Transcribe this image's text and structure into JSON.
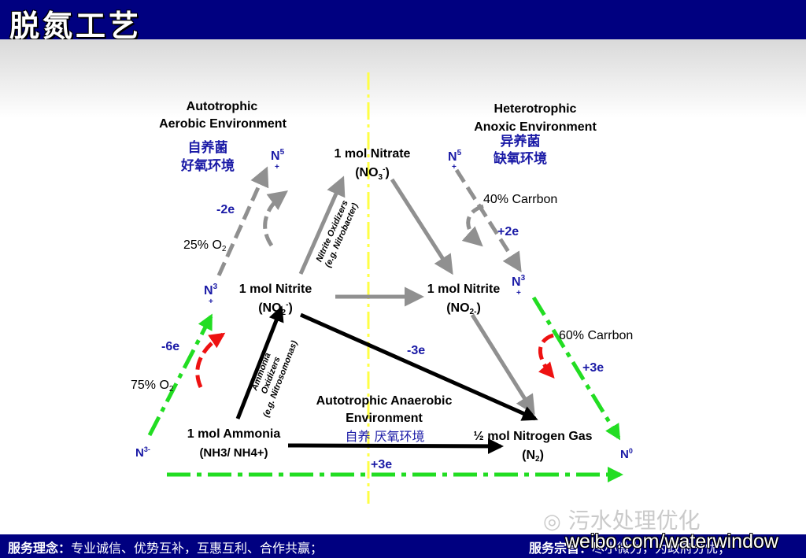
{
  "title": "脱氮工艺",
  "footer": {
    "left_label": "服务理念：",
    "left_text": "专业诚信、优势互补，互惠互利、合作共赢；",
    "right_label": "服务宗旨：",
    "right_text": "尽小微力，为政府分忧；"
  },
  "watermark": {
    "name": "污水处理优化",
    "url": "weibo.com/waterwindow"
  },
  "diagram": {
    "nodes": {
      "nitrate": {
        "line1": "1 mol Nitrate",
        "formula_main": "(NO",
        "formula_sub": "3",
        "formula_sup": "-",
        "formula_end": ")"
      },
      "nitrite_left": {
        "line1": "1 mol Nitrite",
        "formula_main": "(NO",
        "formula_sub": "2",
        "formula_sup": "-",
        "formula_end": ")"
      },
      "nitrite_right": {
        "line1": "1 mol Nitrite",
        "formula_main": "(NO",
        "formula_sub": "2-",
        "formula_end": ")"
      },
      "ammonia": {
        "line1": "1 mol Ammonia",
        "formula": "(NH3/ NH4+)"
      },
      "nitrogen_gas": {
        "line1": "½ mol Nitrogen Gas",
        "formula_main": "(N",
        "formula_sub": "2",
        "formula_end": ")"
      }
    },
    "regions": {
      "autotrophic_aerobic": {
        "line1": "Autotrophic",
        "line2": "Aerobic Environment",
        "cn1": "自养菌",
        "cn2": "好氧环境"
      },
      "heterotrophic_anoxic": {
        "line1": "Heterotrophic",
        "line2": "Anoxic Environment",
        "cn1": "异养菌",
        "cn2": "缺氧环境"
      },
      "autotrophic_anaerobic": {
        "line1": "Autotrophic Anaerobic",
        "line2": "Environment",
        "cn": "自养 厌氧环境"
      }
    },
    "oxidation_states": {
      "n5_left": {
        "main": "N",
        "sup": "5",
        "sign": "+"
      },
      "n5_right": {
        "main": "N",
        "sup": "5",
        "sign": "+"
      },
      "n3_left": {
        "main": "N",
        "sup": "3",
        "sign": "+"
      },
      "n3_right": {
        "main": "N",
        "sup": "3",
        "sign": "+"
      },
      "n3_minus": {
        "main": "N",
        "sup": "3-"
      },
      "n0": {
        "main": "N",
        "sup": "0"
      }
    },
    "electrons": {
      "minus_2e": "-2e",
      "minus_6e": "-6e",
      "plus_2e": "+2e",
      "plus_3e_right": "+3e",
      "minus_3e": "-3e",
      "plus_3e_bottom": "+3e"
    },
    "oxygen": {
      "o2_25": "25% O",
      "o2_75": "75% O",
      "sub": "2"
    },
    "carbon": {
      "c40": "40% Carrbon",
      "c60": "60% Carrbon"
    },
    "bacteria": {
      "nitrite_oxidizers": "Nitrite Oxidizers",
      "nitrobacter": "(e.g. Nitrobacter)",
      "ammonia": "Ammonia",
      "ammonia_oxidizers": "Oxidizers",
      "nitrosomonas": "(e.g. Nitrosomonas)"
    },
    "colors": {
      "gray": "#909090",
      "green": "#22dd22",
      "red": "#ee1111",
      "black": "#000000",
      "blue": "#1a1aa6",
      "yellow": "#ffff44"
    }
  }
}
